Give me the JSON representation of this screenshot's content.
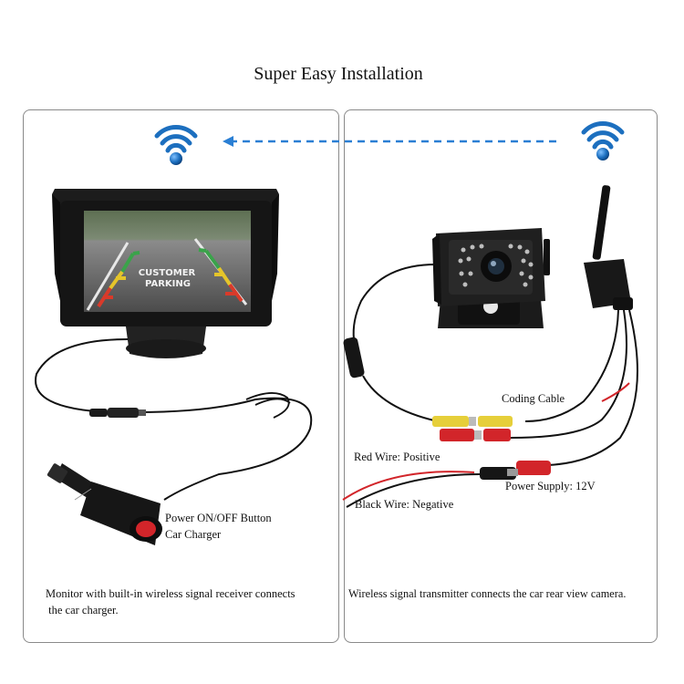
{
  "title": "Super Easy Installation",
  "left_panel": {
    "screen_text_line1": "CUSTOMER",
    "screen_text_line2": "PARKING",
    "labels": {
      "power_button": "Power ON/OFF Button",
      "car_charger": "Car Charger"
    },
    "caption_line1": "Monitor with built-in wireless signal receiver connects",
    "caption_line2": " the car charger."
  },
  "right_panel": {
    "labels": {
      "coding_cable": "Coding Cable",
      "red_wire": "Red Wire: Positive",
      "power_supply": "Power Supply: 12V",
      "black_wire": "Black Wire: Negative"
    },
    "caption": "Wireless signal transmitter connects the car rear view camera."
  },
  "colors": {
    "wifi_blue": "#1c6fbf",
    "signal_arrow": "#2a7fd4",
    "cable_red": "#d2252a",
    "connector_yellow": "#e6cf3a",
    "guide_red": "#d93a2a",
    "guide_yellow": "#e5c52a",
    "guide_green": "#3aa34a"
  }
}
